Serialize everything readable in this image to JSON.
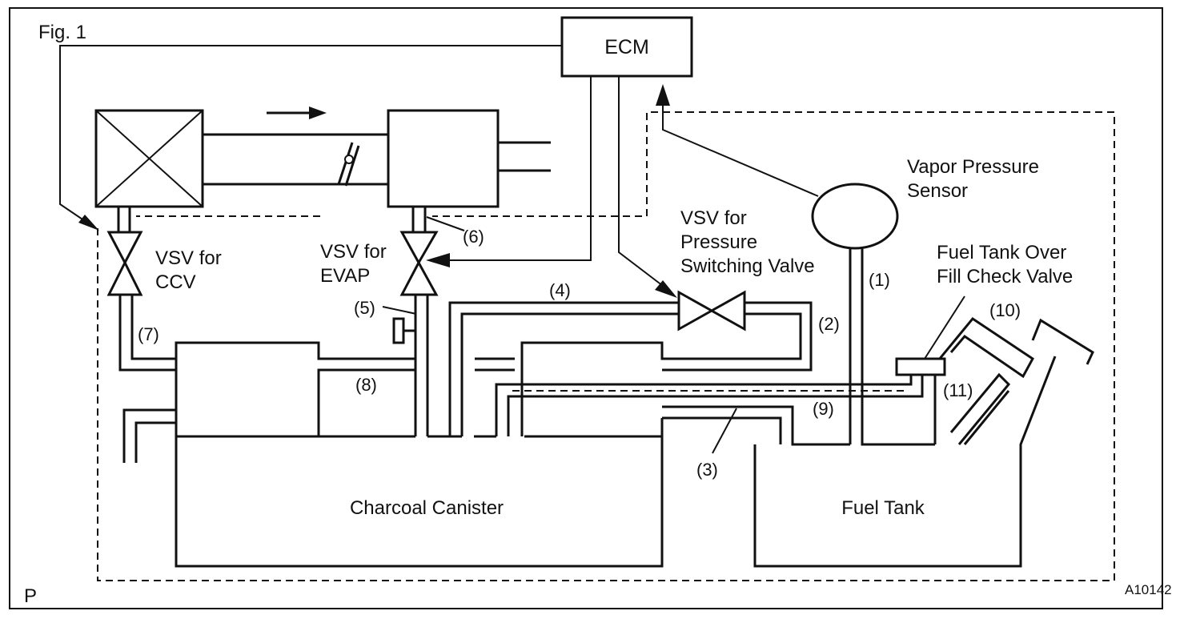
{
  "figure": {
    "fig_label": "Fig. 1",
    "corner_code": "P",
    "ref_code": "A10142"
  },
  "labels": {
    "ecm": "ECM",
    "vapor_sensor_line1": "Vapor Pressure",
    "vapor_sensor_line2": "Sensor",
    "vsv_psv_line1": "VSV for",
    "vsv_psv_line2": "Pressure",
    "vsv_psv_line3": "Switching Valve",
    "vsv_ccv_line1": "VSV for",
    "vsv_ccv_line2": "CCV",
    "vsv_evap_line1": "VSV for",
    "vsv_evap_line2": "EVAP",
    "fill_valve_line1": "Fuel Tank Over",
    "fill_valve_line2": "Fill Check Valve",
    "canister": "Charcoal Canister",
    "fuel_tank": "Fuel Tank"
  },
  "numbers": {
    "n1": "(1)",
    "n2": "(2)",
    "n3": "(3)",
    "n4": "(4)",
    "n5": "(5)",
    "n6": "(6)",
    "n7": "(7)",
    "n8": "(8)",
    "n9": "(9)",
    "n10": "(10)",
    "n11": "(11)"
  }
}
